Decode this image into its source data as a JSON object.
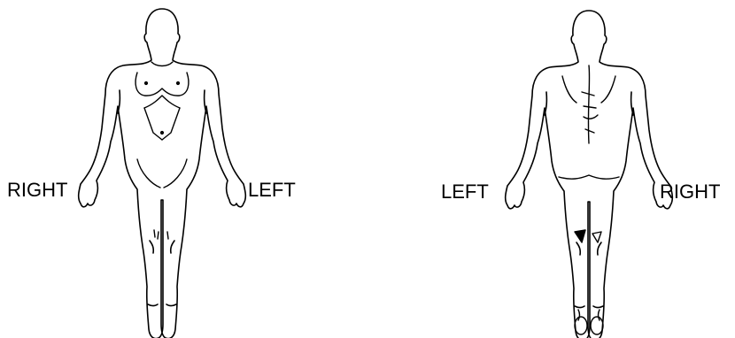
{
  "front_view": {
    "right_label": "RIGHT",
    "left_label": "LEFT"
  },
  "back_view": {
    "left_label": "LEFT",
    "right_label": "RIGHT"
  }
}
